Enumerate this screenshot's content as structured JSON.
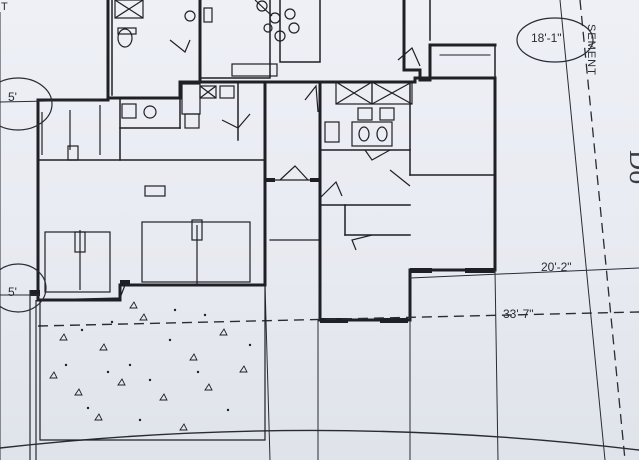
{
  "plan": {
    "dimensions": {
      "top_right": "18'-1\"",
      "left_upper": "5'",
      "left_lower": "5'",
      "right_mid": "20'-2\"",
      "right_low": "33'-7\""
    },
    "labels": {
      "easement": "SEMENT",
      "left_edge": "T",
      "right_edge_partial": "Do"
    }
  }
}
